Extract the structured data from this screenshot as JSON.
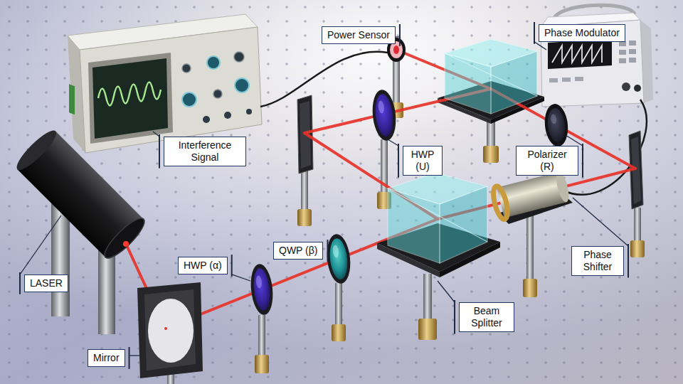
{
  "diagram": {
    "nodes": [
      {
        "text": [
          "Power Sensor"
        ]
      },
      {
        "text": [
          "Phase Modulator"
        ]
      },
      {
        "text": [
          "Interference Signal"
        ]
      },
      {
        "text": [
          "HWP (U)"
        ]
      },
      {
        "text": [
          "Polarizer (R)"
        ]
      },
      {
        "text": [
          "HWP (α)"
        ]
      },
      {
        "text": [
          "QWP (β)"
        ]
      },
      {
        "text": [
          "Phase Shifter"
        ]
      },
      {
        "text": [
          "LASER"
        ]
      },
      {
        "text": [
          "Beam Splitter"
        ]
      },
      {
        "text": [
          "Mirror"
        ]
      }
    ]
  }
}
